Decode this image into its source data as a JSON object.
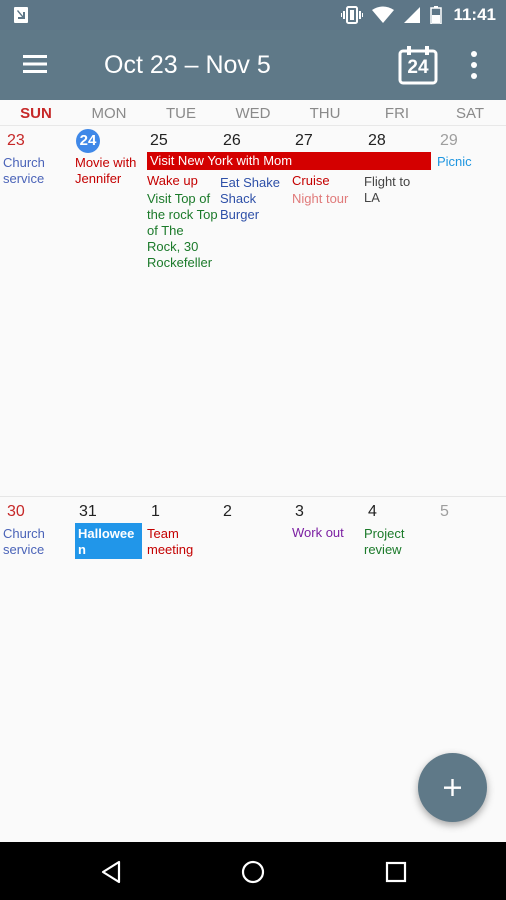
{
  "status_bar": {
    "time": "11:41"
  },
  "app_bar": {
    "title": "Oct 23 – Nov 5",
    "today_label": "24"
  },
  "day_headers": [
    "SUN",
    "MON",
    "TUE",
    "WED",
    "THU",
    "FRI",
    "SAT"
  ],
  "week1": {
    "dates": [
      "23",
      "24",
      "25",
      "26",
      "27",
      "28",
      "29"
    ],
    "banner": "Visit New York with Mom",
    "events": {
      "sun": "Church service",
      "mon": "Movie with Jennifer",
      "tue_1": "Wake up",
      "tue_2": "Visit Top of the rock Top of The Rock, 30 Rockefeller",
      "wed": "Eat Shake Shack Burger",
      "thu_1": "Cruise",
      "thu_2": "Night tour",
      "fri": "Flight to LA",
      "sat": "Picnic"
    }
  },
  "week2": {
    "dates": [
      "30",
      "31",
      "1",
      "2",
      "3",
      "4",
      "5"
    ],
    "events": {
      "sun": "Church service",
      "mon": "Halloween",
      "tue": "Team meeting",
      "thu": "Work out",
      "fri": "Project review"
    }
  },
  "colors": {
    "app_bar": "#5f7988",
    "sunday": "#c62828",
    "today_circle": "#3f88e8",
    "banner": "#d40000",
    "halloween_chip": "#2196e9"
  },
  "icons": [
    "hamburger-menu-icon",
    "calendar-today-icon",
    "more-vert-icon",
    "add-icon",
    "back-icon",
    "home-icon",
    "recents-icon"
  ]
}
